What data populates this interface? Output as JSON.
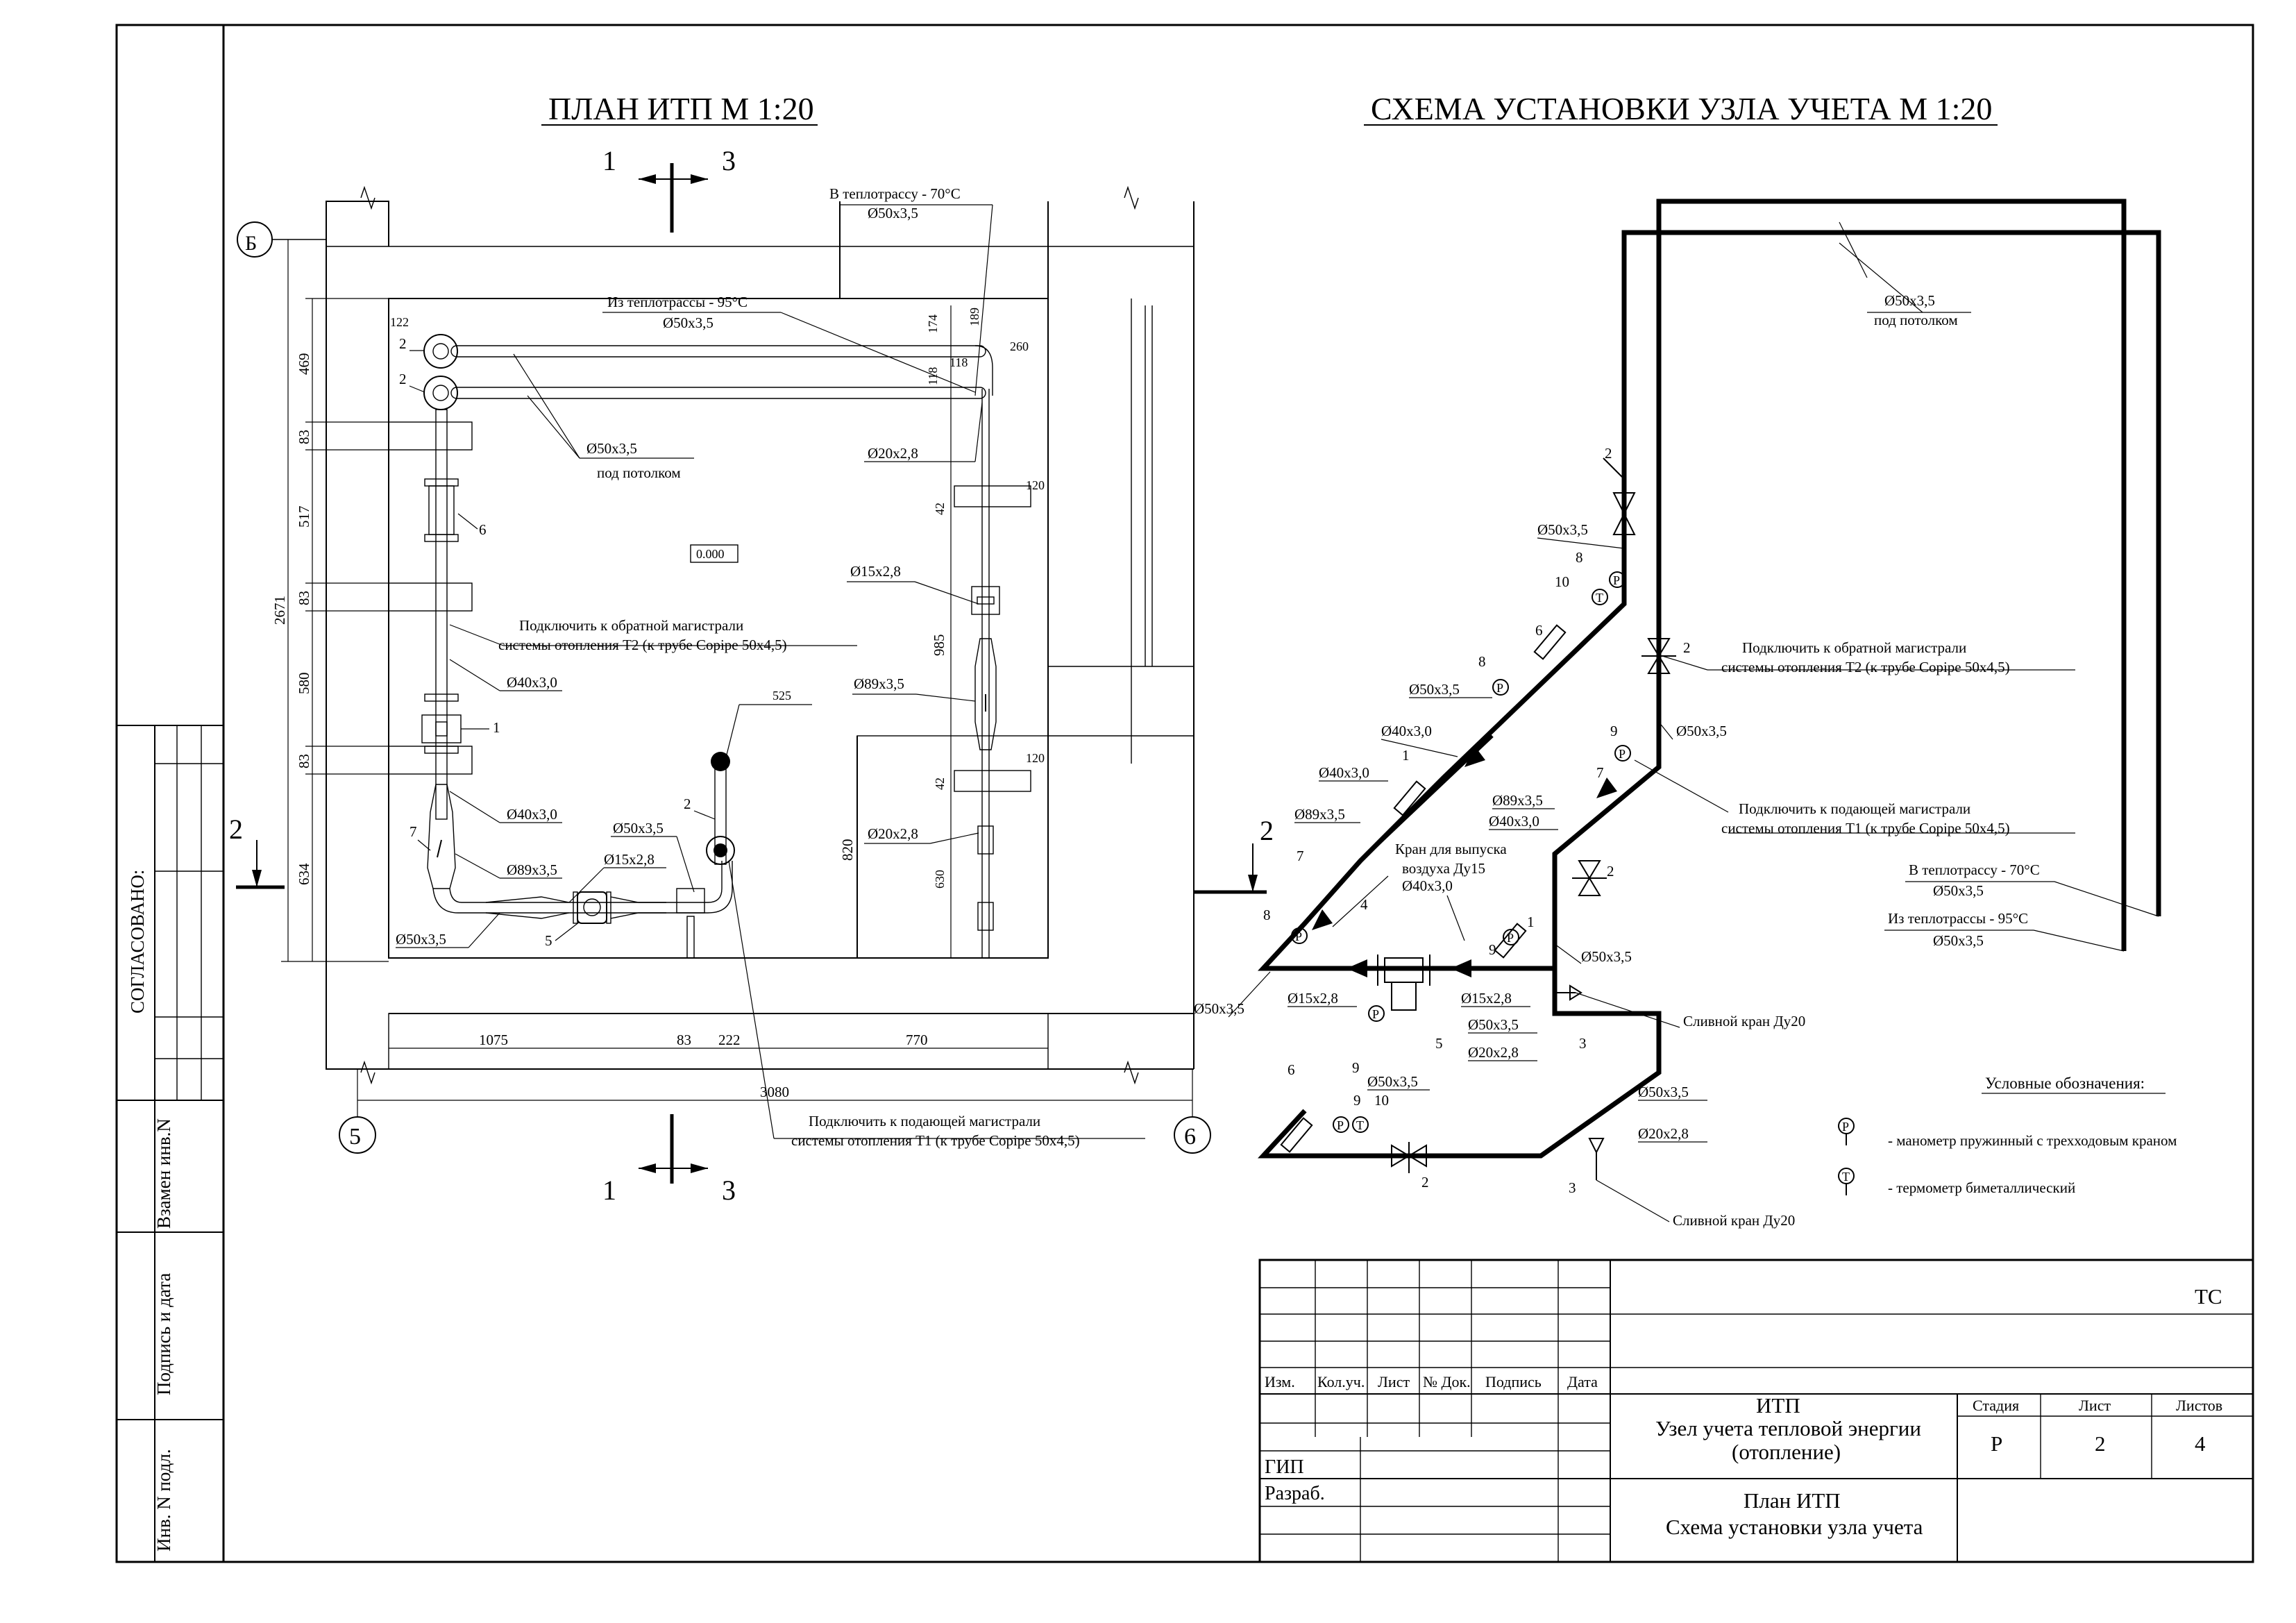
{
  "titles": {
    "plan": "ПЛАН ИТП М 1:20",
    "scheme": "СХЕМА УСТАНОВКИ УЗЛА УЧЕТА М 1:20"
  },
  "plan": {
    "axis_b": "Б",
    "axis_5": "5",
    "axis_6": "6",
    "section_left": "1",
    "section_right": "3",
    "section_side": "2",
    "supply_from": "Из теплотрассы - 95°С",
    "supply_from_d": "Ø50x3,5",
    "return_to": "В теплотрассу - 70°С",
    "return_to_d": "Ø50x3,5",
    "under_ceiling_d": "Ø50x3,5",
    "under_ceiling": "под потолком",
    "connect_return_1": "Подключить к обратной магистрали",
    "connect_return_2": "системы отопления Т2 (к трубе Copipe 50x4,5)",
    "connect_supply_1": "Подключить к подающей магистрали",
    "connect_supply_2": "системы отопления Т1 (к трубе Copipe 50x4,5)",
    "level": "0.000",
    "d40a": "Ø40x3,0",
    "d40b": "Ø40x3,0",
    "d89a": "Ø89x3,5",
    "d50a": "Ø50x3,5",
    "d50b": "Ø50x3,5",
    "d15a": "Ø15x2,8",
    "d20a": "Ø20x2,8",
    "d15b": "Ø15x2,8",
    "d89b": "Ø89x3,5",
    "d20b": "Ø20x2,8",
    "dims": {
      "d469": "469",
      "d83a": "83",
      "d517": "517",
      "d83b": "83",
      "d580": "580",
      "d83c": "83",
      "d634": "634",
      "d2671": "2671",
      "d122": "122",
      "d174": "174",
      "d189": "189",
      "d118a": "118",
      "d118b": "118",
      "d260": "260",
      "d120a": "120",
      "d42a": "42",
      "d985": "985",
      "d120b": "120",
      "d42b": "42",
      "d630": "630",
      "d820": "820",
      "d525": "525",
      "d1075": "1075",
      "d83d": "83",
      "d222": "222",
      "d770": "770",
      "d3080": "3080"
    },
    "marks": {
      "m2a": "2",
      "m2b": "2",
      "m6": "6",
      "m1": "1",
      "m7": "7",
      "m5": "5",
      "m2c": "2"
    }
  },
  "scheme": {
    "top_d": "Ø50x3,5",
    "top_note": "под потолком",
    "connect_return_1": "Подключить к обратной магистрали",
    "connect_return_2": "системы отопления Т2 (к трубе Copipe 50x4,5)",
    "connect_supply_1": "Подключить к подающей магистрали",
    "connect_supply_2": "системы отопления Т1 (к трубе Copipe 50x4,5)",
    "return_to": "В теплотрассу - 70°С",
    "return_to_d": "Ø50x3,5",
    "supply_from": "Из теплотрассы - 95°С",
    "supply_from_d": "Ø50x3,5",
    "air_valve_1": "Кран для выпуска",
    "air_valve_2": "воздуха Ду15",
    "drain_1": "Сливной кран Ду20",
    "drain_2": "Сливной кран Ду20",
    "diams": {
      "s1": "Ø50x3,5",
      "s2": "Ø50x3,5",
      "s3": "Ø40x3,0",
      "s4": "Ø40x3,0",
      "s5": "Ø89x3,5",
      "s6": "Ø50x3,5",
      "s7": "Ø89x3,5",
      "s8": "Ø40x3,0",
      "s9": "Ø40x3,0",
      "s10": "Ø50x3,5",
      "s11": "Ø15x2,8",
      "s12": "Ø15x2,8",
      "s13": "Ø50x3,5",
      "s14": "Ø20x2,8",
      "s15": "Ø50x3,5",
      "s16": "Ø50x3,5",
      "s17": "Ø20x2,8"
    },
    "marks": {
      "n2a": "2",
      "n8a": "8",
      "n10a": "10",
      "n6a": "6",
      "n2b": "2",
      "n8b": "8",
      "n1a": "1",
      "n7a": "7",
      "n9a": "9",
      "n7b": "7",
      "n2c": "2",
      "n4": "4",
      "n8c": "8",
      "n1b": "1",
      "n9b": "9",
      "n3a": "3",
      "n5": "5",
      "n9c": "9",
      "n6b": "6",
      "n9d": "9",
      "n10b": "10",
      "n2d": "2",
      "n3b": "3"
    },
    "gauge_symbol": "P",
    "thermo_symbol": "T"
  },
  "legend": {
    "title": "Условные обозначения:",
    "gauge": "- манометр пружинный с трехходовым краном",
    "thermo": "- термометр биметаллический"
  },
  "side": {
    "approved": "СОГЛАСОВАНО:",
    "replace": "Взамен инв.N",
    "sign_date": "Подпись и дата",
    "inv": "Инв. N подл."
  },
  "stamp": {
    "code": "ТС",
    "col_izm": "Изм.",
    "col_kol": "Кол.уч.",
    "col_list": "Лист",
    "col_doc": "№ Док.",
    "col_sign": "Подпись",
    "col_date": "Дата",
    "gip": "ГИП",
    "razrab": "Разраб.",
    "obj_1": "ИТП",
    "obj_2": "Узел учета тепловой энергии",
    "obj_3": "(отопление)",
    "stage_h": "Стадия",
    "sheet_h": "Лист",
    "sheets_h": "Листов",
    "stage": "Р",
    "sheet": "2",
    "sheets": "4",
    "title_1": "План ИТП",
    "title_2": "Схема установки узла учета"
  }
}
